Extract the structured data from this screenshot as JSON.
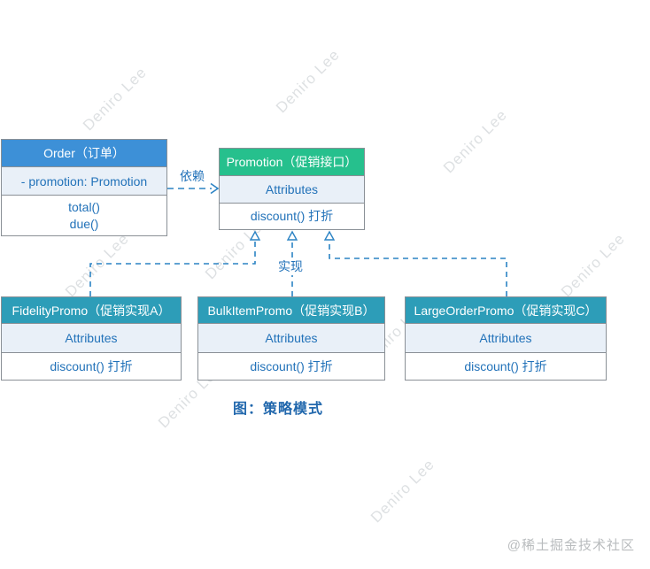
{
  "diagram": {
    "caption": "图：策略模式",
    "classes": [
      {
        "id": "order",
        "title": "Order（订单）",
        "attributes": [
          "- promotion: Promotion"
        ],
        "methods": [
          "total()",
          "due()"
        ],
        "header_color": "#3d90d7"
      },
      {
        "id": "promotion",
        "title": "Promotion（促销接口）",
        "attributes": [
          "Attributes"
        ],
        "methods": [
          "discount() 打折"
        ],
        "header_color": "#26c08d"
      },
      {
        "id": "fidelity",
        "title": "FidelityPromo（促销实现A）",
        "attributes": [
          "Attributes"
        ],
        "methods": [
          "discount() 打折"
        ],
        "header_color": "#2d9db8"
      },
      {
        "id": "bulk",
        "title": "BulkItemPromo（促销实现B）",
        "attributes": [
          "Attributes"
        ],
        "methods": [
          "discount() 打折"
        ],
        "header_color": "#2d9db8"
      },
      {
        "id": "large",
        "title": "LargeOrderPromo（促销实现C）",
        "attributes": [
          "Attributes"
        ],
        "methods": [
          "discount() 打折"
        ],
        "header_color": "#2d9db8"
      }
    ],
    "relations": [
      {
        "type": "dependency",
        "label": "依赖",
        "from": "Order",
        "to": "Promotion"
      },
      {
        "type": "realization",
        "label": "实现",
        "from": "FidelityPromo, BulkItemPromo, LargeOrderPromo",
        "to": "Promotion"
      }
    ],
    "colors": {
      "connector": "#2b83c4",
      "header_blue": "#3d90d7",
      "header_green": "#26c08d",
      "header_teal": "#2d9db8",
      "body_text": "#2272b9",
      "attr_row_bg": "#e9f0f8",
      "box_border": "#8a9096"
    }
  },
  "watermark": {
    "text": "Deniro Lee"
  },
  "credit": "@稀土掘金技术社区"
}
